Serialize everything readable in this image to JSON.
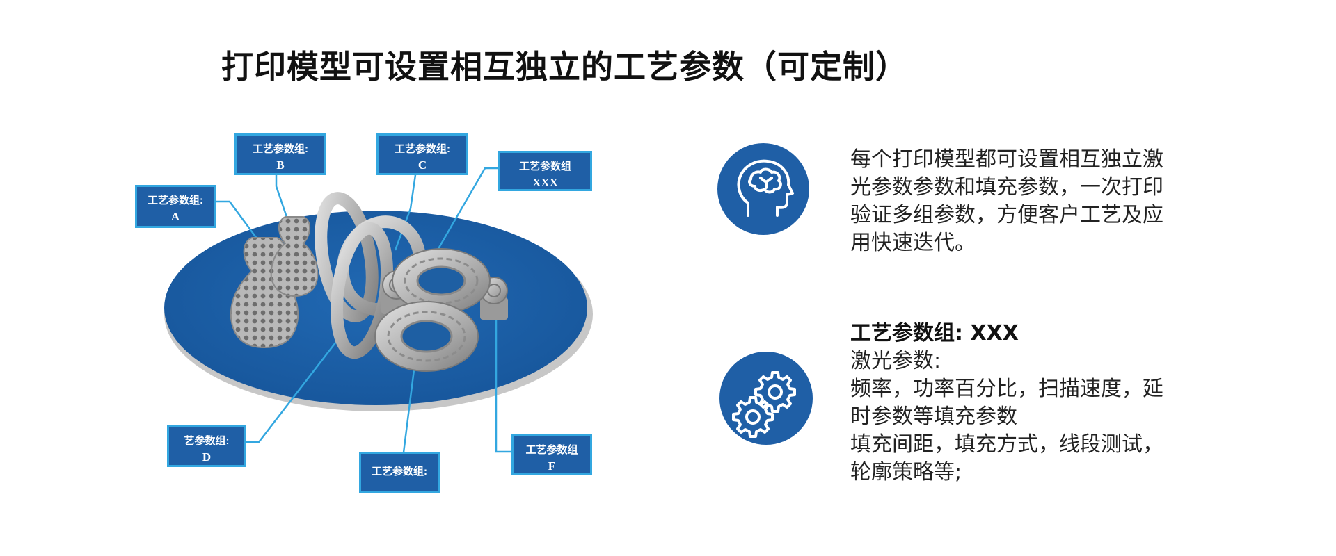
{
  "title": "打印模型可设置相互独立的工艺参数（可定制）",
  "labels": {
    "a": {
      "line1": "工艺参数组:",
      "line2": "A"
    },
    "b": {
      "line1": "工艺参数组:",
      "line2": "B"
    },
    "c": {
      "line1": "工艺参数组:",
      "line2": "C"
    },
    "xxx": {
      "line1": "工艺参数组",
      "line2": "XXX"
    },
    "d": {
      "line1": "艺参数组:",
      "line2": "D"
    },
    "e": {
      "line1": "工艺参数组:",
      "line2": ""
    },
    "f": {
      "line1": "工艺参数组",
      "line2": "F"
    }
  },
  "info": {
    "paragraph1": [
      "每个打印模型都可设置相互独立激",
      "光参数参数和填充参数，一次打印",
      "验证多组参数，方便客户工艺及应",
      "用快速迭代。"
    ],
    "paragraph2": {
      "heading": "工艺参数组: XXX",
      "lines": [
        "激光参数:",
        "频率，功率百分比，扫描速度，延",
        "时参数等填充参数",
        "填充间距，填充方式，线段测试，",
        "轮廓策略等;"
      ]
    }
  },
  "icons": {
    "brain": "brain-head-icon",
    "gears": "gears-icon"
  },
  "colors": {
    "platform_blue": "#1f5fa6",
    "label_border": "#33a7e0",
    "icon_bg": "#1f5fa6"
  }
}
